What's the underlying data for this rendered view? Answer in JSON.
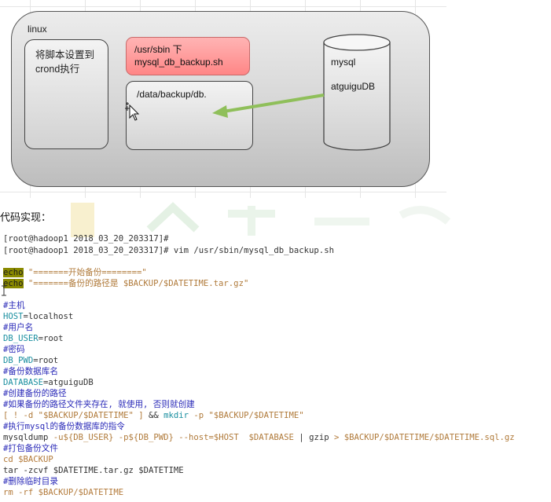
{
  "diagram": {
    "linux_label": "linux",
    "cron_box": [
      "将脚本设置到",
      "crond执行"
    ],
    "sbin_box": [
      "/usr/sbin 下",
      "mysql_db_backup.sh"
    ],
    "data_box": "/data/backup/db.",
    "db": [
      "mysql",
      "atguiguDB"
    ],
    "colors": {
      "sbin_fill": "#ff9a9a",
      "arrow": "#8fbf5a"
    }
  },
  "caption": "代码实现：",
  "terminal": {
    "prompt1": "[root@hadoop1 2018_03_20_203317]#",
    "prompt2": "[root@hadoop1 2018_03_20_203317]# vim /usr/sbin/mysql_db_backup.sh",
    "echo_kw": "echo",
    "echo1_str": "\"=======开始备份========\"",
    "echo2_str": "\"=======备份的路径是 $BACKUP/$DATETIME.tar.gz\"",
    "c_host": "#主机",
    "host_var": "HOST",
    "host_val": "=localhost",
    "c_user": "#用户名",
    "user_var": "DB_USER",
    "user_val": "=root",
    "c_pwd": "#密码",
    "pwd_var": "DB_PWD",
    "pwd_val": "=root",
    "c_dbname": "#备份数据库名",
    "db_var": "DATABASE",
    "db_val": "=atguiguDB",
    "c_create": "#创建备份的路径",
    "c_exists": "#如果备份的路径文件夹存在, 就使用, 否则就创建",
    "test_line": "[ ! -d \"$BACKUP/$DATETIME\" ]",
    "and_op": " && ",
    "mkdir_kw": "mkdir",
    "mkdir_rest": " -p \"$BACKUP/$DATETIME\"",
    "c_exec": "#执行mysql的备份数据库的指令",
    "dump_cmd": "mysqldump",
    "dump_args": " -u${DB_USER} -p${DB_PWD} --host=$HOST  $DATABASE ",
    "pipe": "|",
    "gzip": " gzip ",
    "redir": ">",
    "dump_out": " $BACKUP/$DATETIME/$DATETIME.sql.gz",
    "c_pack": "#打包备份文件",
    "cd_line": "cd $BACKUP",
    "tar_line": "tar -zcvf $DATETIME.tar.gz $DATETIME",
    "c_del": "#删除临时目录",
    "rm_line": "rm -rf $BACKUP/$DATETIME"
  }
}
